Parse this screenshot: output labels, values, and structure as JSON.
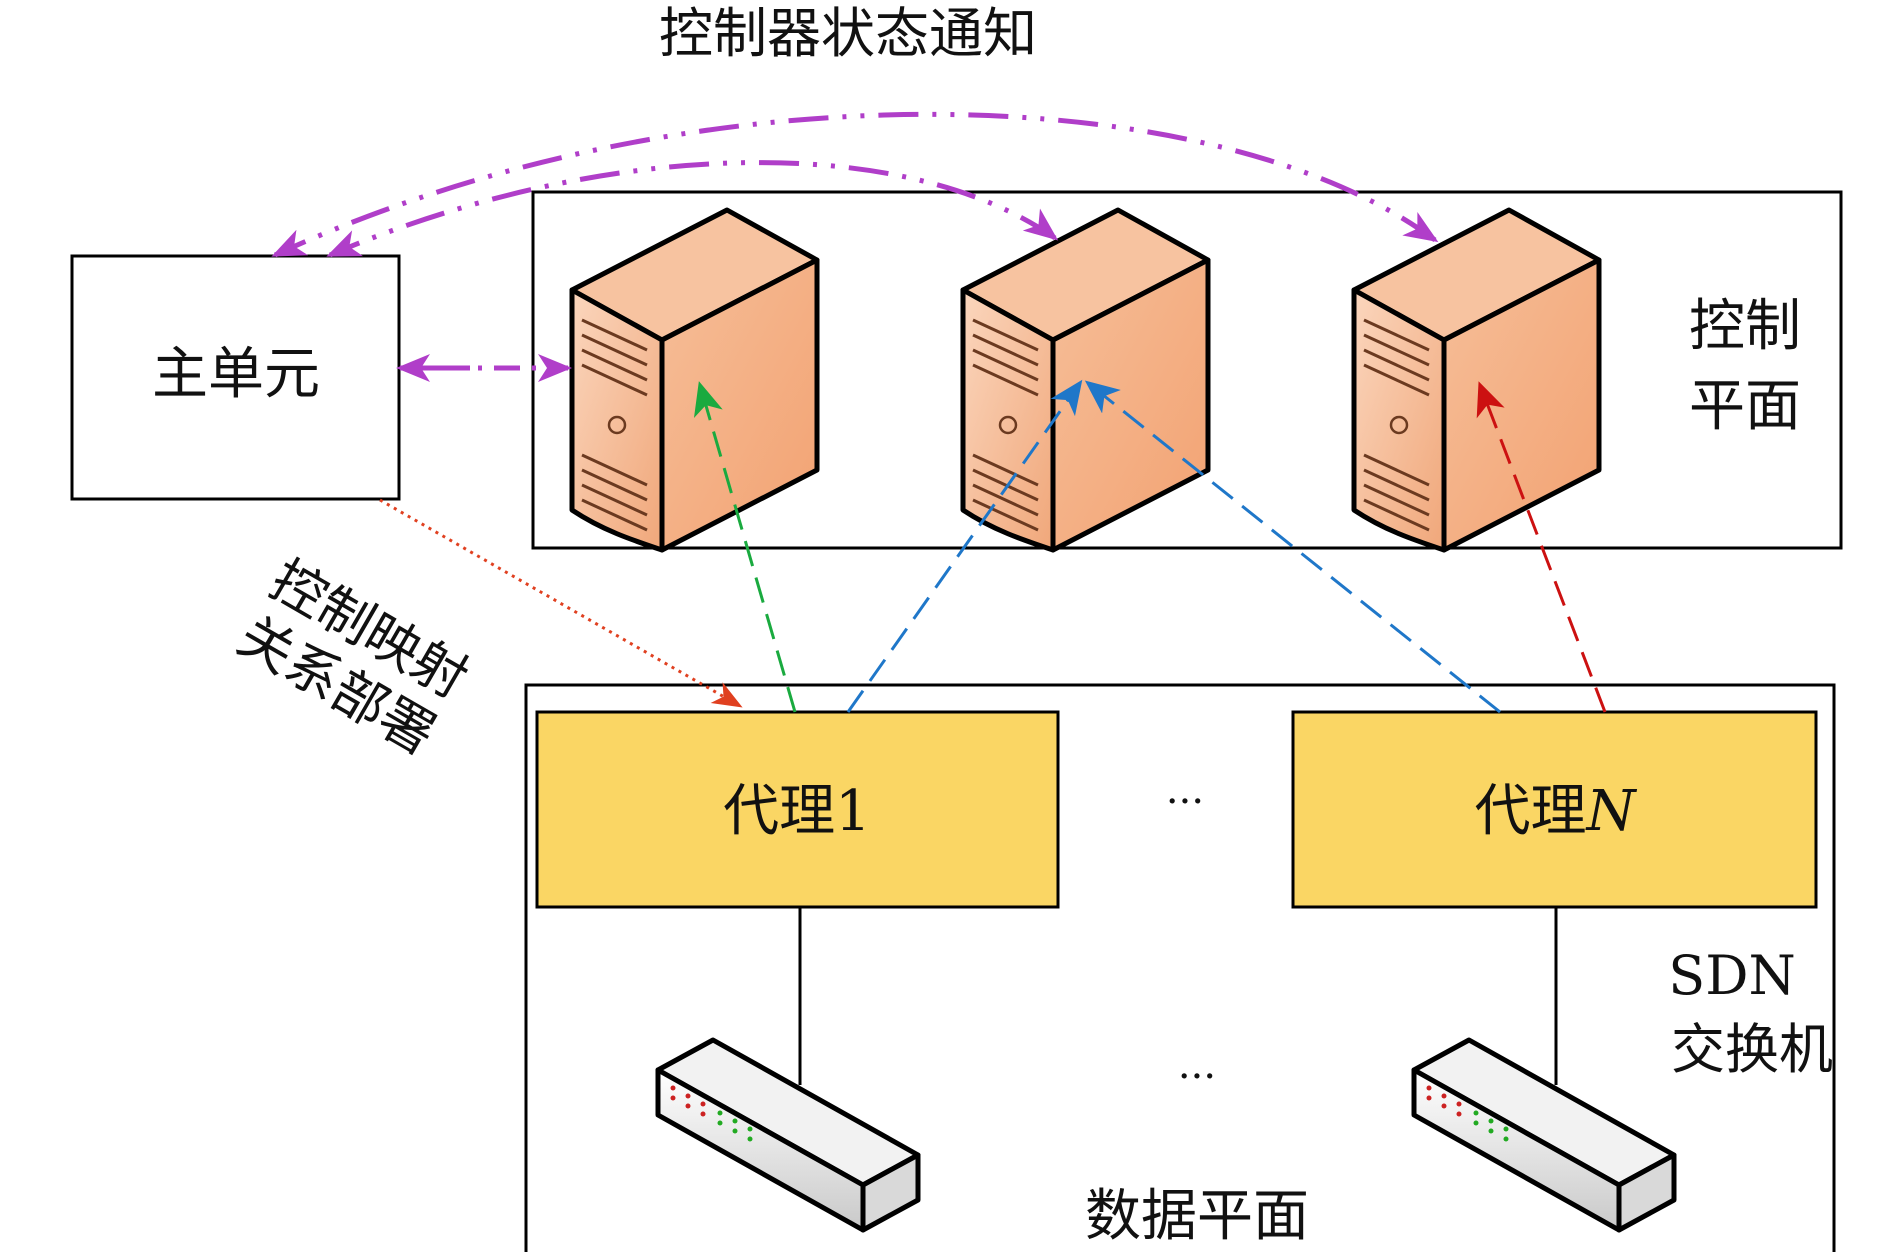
{
  "title": "控制器状态通知",
  "master_unit": "主单元",
  "control_plane": {
    "line1": "控制",
    "line2": "平面"
  },
  "mapping_label": {
    "line1": "控制映射",
    "line2": "关系部署"
  },
  "agents": [
    {
      "prefix": "代理",
      "suffix": "1"
    },
    {
      "prefix": "代理",
      "suffix": "N"
    }
  ],
  "ellipsis": "···",
  "switch_label": {
    "line1": "SDN",
    "line2": "交换机"
  },
  "data_plane": "数据平面",
  "colors": {
    "purple": "#b03ec9",
    "green": "#1aaa3f",
    "blue": "#1f77c9",
    "red": "#cc1111",
    "orange_red": "#e04020",
    "agent_fill": "#fad664",
    "server_fill": "#f2a878"
  }
}
